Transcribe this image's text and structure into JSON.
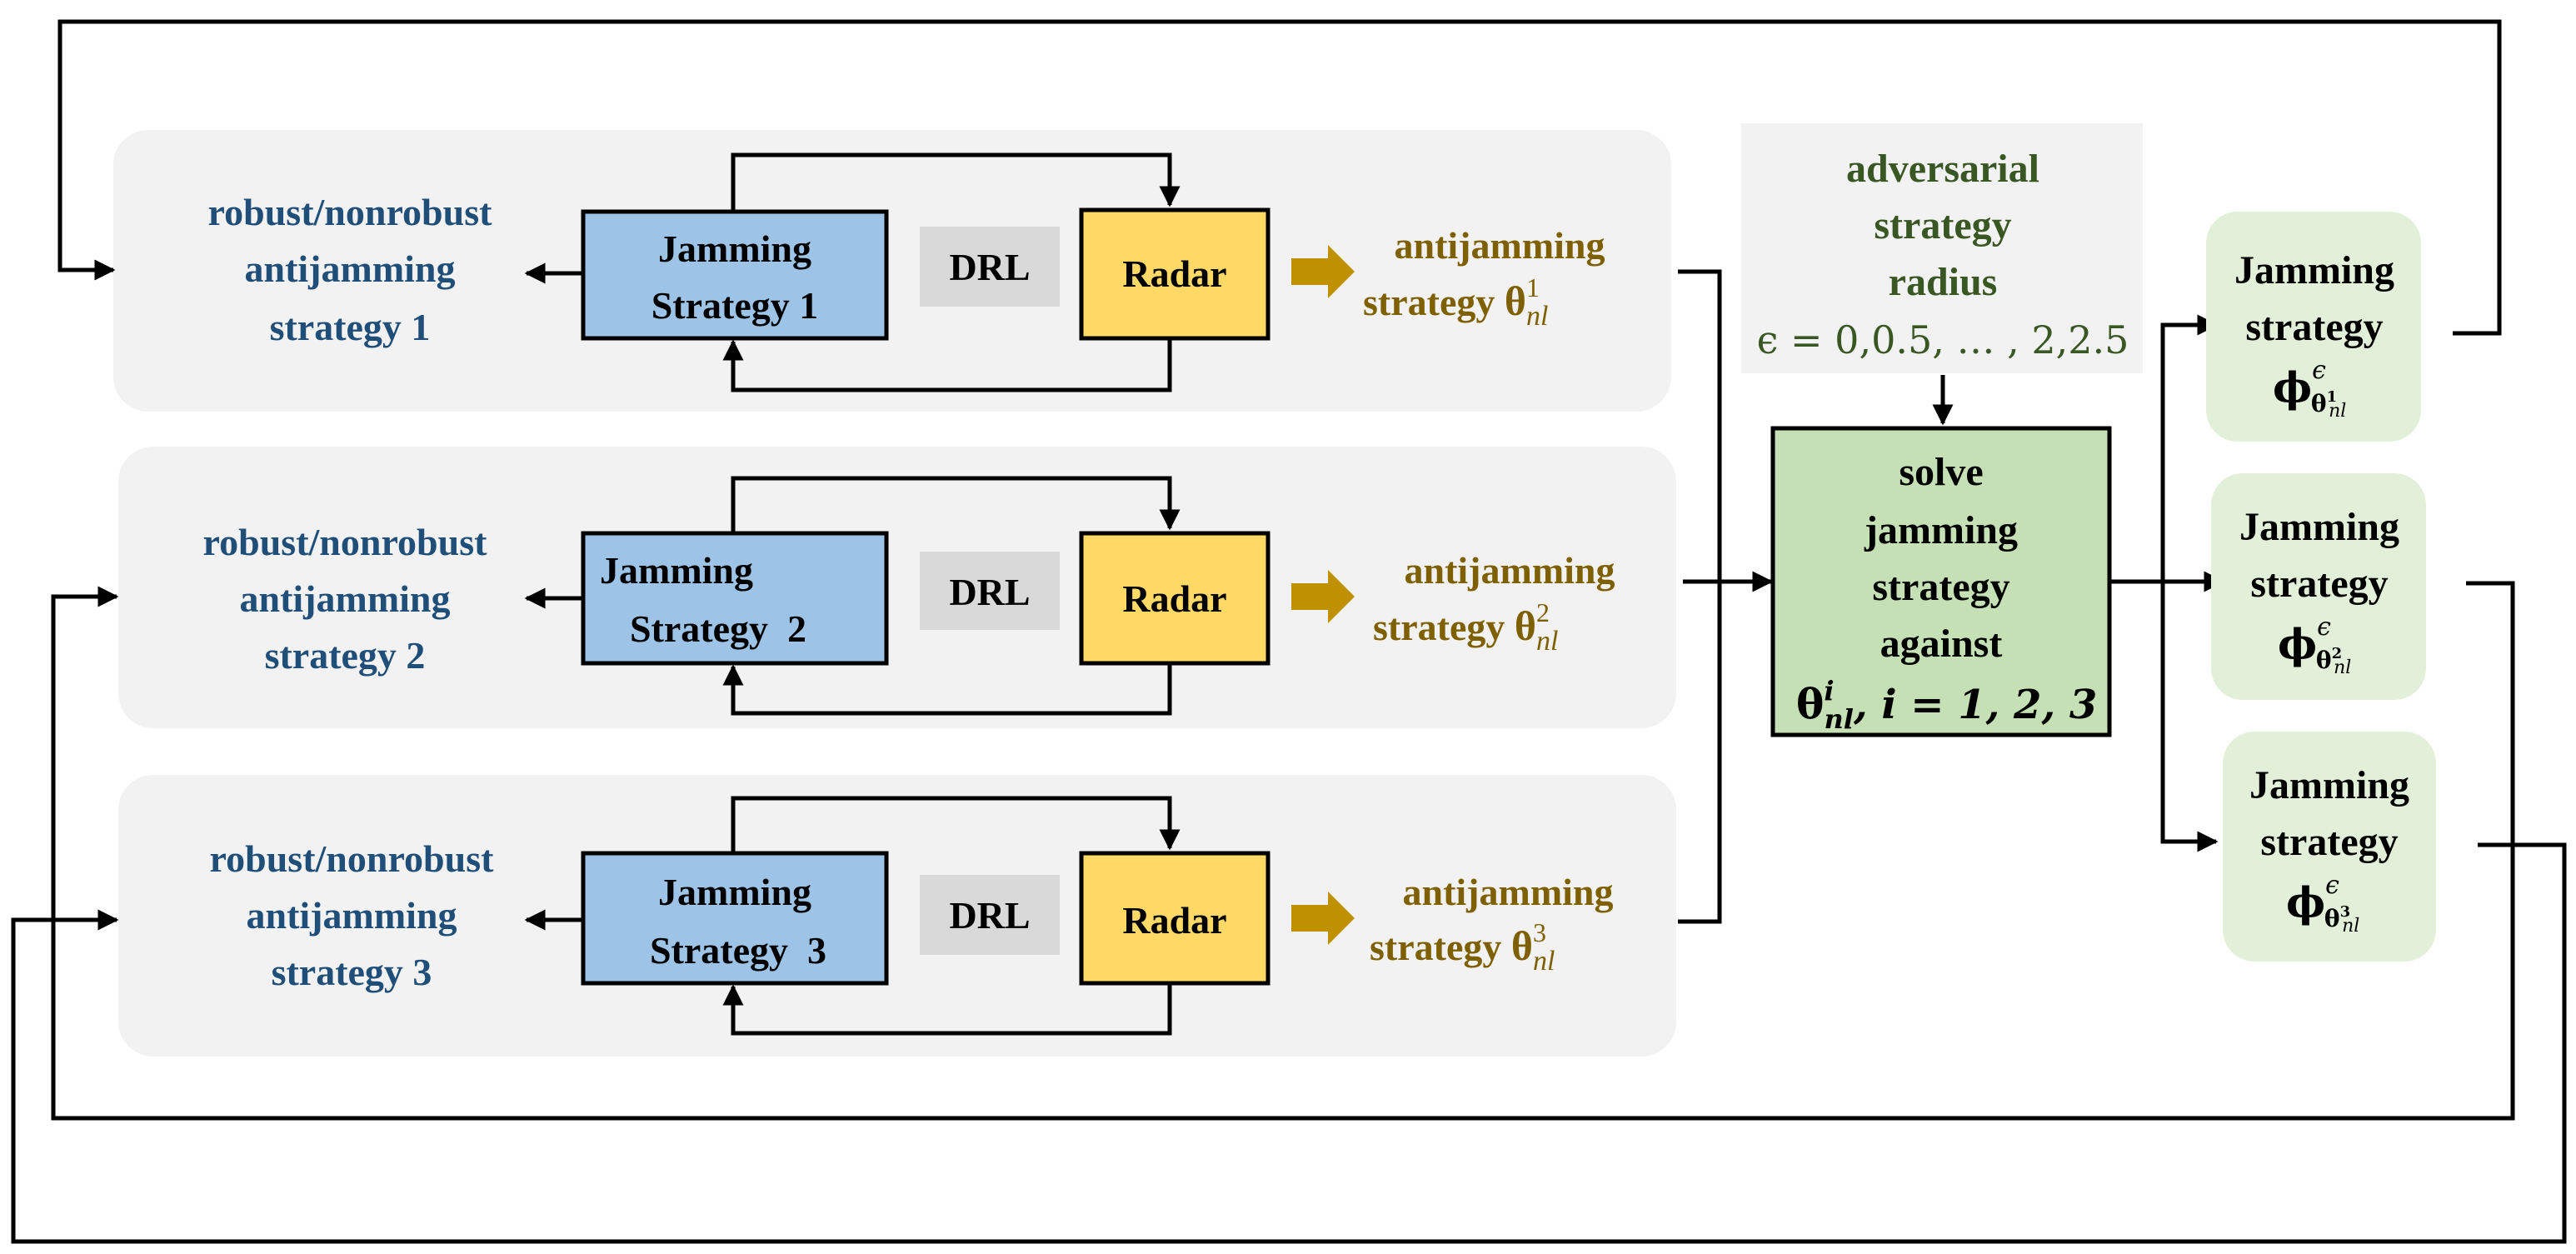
{
  "rows": [
    {
      "output_lines": [
        "robust/nonrobust",
        "antijamming",
        "strategy 1"
      ],
      "jamming_lines": [
        "Jamming",
        "Strategy 1"
      ],
      "drl": "DRL",
      "radar": "Radar",
      "antijam_word": "antijamming",
      "antijam_prefix": "strategy",
      "theta": "θ",
      "sup": "1",
      "sub": "nl"
    },
    {
      "output_lines": [
        "robust/nonrobust",
        "antijamming",
        "strategy 2"
      ],
      "jamming_lines": [
        "Jamming",
        "Strategy  2"
      ],
      "drl": "DRL",
      "radar": "Radar",
      "antijam_word": "antijamming",
      "antijam_prefix": "strategy",
      "theta": "θ",
      "sup": "2",
      "sub": "nl"
    },
    {
      "output_lines": [
        "robust/nonrobust",
        "antijamming",
        "strategy 3"
      ],
      "jamming_lines": [
        "Jamming",
        "Strategy  3"
      ],
      "drl": "DRL",
      "radar": "Radar",
      "antijam_word": "antijamming",
      "antijam_prefix": "strategy",
      "theta": "θ",
      "sup": "3",
      "sub": "nl"
    }
  ],
  "adversarial": {
    "lines": [
      "adversarial",
      "strategy",
      "radius"
    ],
    "eps_line": "ϵ = 0,0.5, … , 2,2.5"
  },
  "solver": {
    "lines": [
      "solve",
      "jamming",
      "strategy",
      "against"
    ],
    "theta": "θ",
    "sup": "i",
    "sub": "nl",
    "tail": ", i = 1, 2, 3"
  },
  "outputs": [
    {
      "lines": [
        "Jamming",
        "strategy"
      ],
      "phi": "ϕ",
      "sup": "ϵ",
      "theta": "θ",
      "theta_sup": "1",
      "theta_sub": "nl"
    },
    {
      "lines": [
        "Jamming",
        "strategy"
      ],
      "phi": "ϕ",
      "sup": "ϵ",
      "theta": "θ",
      "theta_sup": "2",
      "theta_sub": "nl"
    },
    {
      "lines": [
        "Jamming",
        "strategy"
      ],
      "phi": "ϕ",
      "sup": "ϵ",
      "theta": "θ",
      "theta_sup": "3",
      "theta_sub": "nl"
    }
  ],
  "colors": {
    "panel_bg": "#f2f2f2",
    "jamming_fill": "#9dc3e6",
    "radar_fill": "#ffd966",
    "drl_fill": "#d9d9d9",
    "solver_fill": "#c5e0b4",
    "output_fill": "#e2f0d9",
    "adversarial_bg": "#f2f2f2",
    "text_blue": "#1f4e79",
    "text_gold": "#7f6000",
    "text_green": "#385723",
    "arrow_gold": "#bf9000",
    "line": "#000000"
  }
}
